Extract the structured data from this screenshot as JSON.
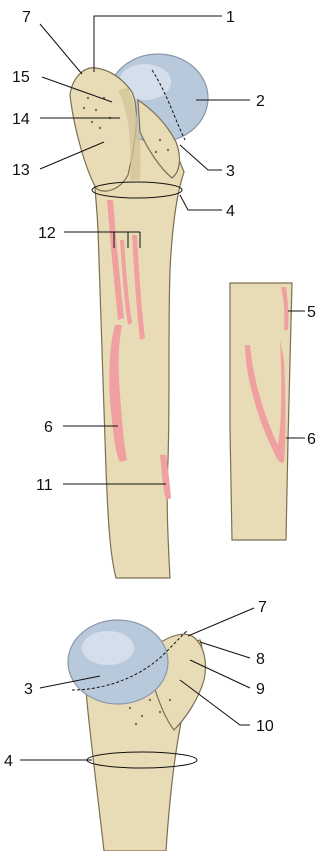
{
  "labels": {
    "l1": "1",
    "l2": "2",
    "l3": "3",
    "l4": "4",
    "l5": "5",
    "l6a": "6",
    "l6b": "6",
    "l7a": "7",
    "l7b": "7",
    "l8": "8",
    "l9": "9",
    "l10": "10",
    "l11": "11",
    "l12": "12",
    "l13": "13",
    "l14": "14",
    "l15": "15",
    "l3b": "3",
    "l4b": "4"
  },
  "colors": {
    "bone": "#e8dcb6",
    "articular_head": "#b9c9dc",
    "muscle_attachment": "#f0a0a0"
  }
}
